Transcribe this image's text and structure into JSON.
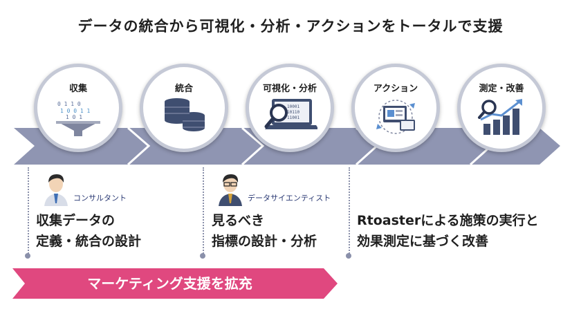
{
  "title": "データの統合から可視化・分析・アクションをトータルで支援",
  "steps": [
    {
      "label": "収集",
      "icon": "funnel-data-icon"
    },
    {
      "label": "統合",
      "icon": "database-icon"
    },
    {
      "label": "可視化・分析",
      "icon": "magnifier-laptop-icon"
    },
    {
      "label": "アクション",
      "icon": "action-screens-icon"
    },
    {
      "label": "測定・改善",
      "icon": "growth-chart-icon"
    }
  ],
  "roles": [
    {
      "label": "コンサルタント",
      "desc_line1": "収集データの",
      "desc_line2": "定義・統合の設計"
    },
    {
      "label": "データサイエンティスト",
      "desc_line1": "見るべき",
      "desc_line2": "指標の設計・分析"
    }
  ],
  "rtoaster": {
    "line1": "Rtoasterによる施策の実行と",
    "line2": "効果測定に基づく改善"
  },
  "banner": "マーケティング支援を拡充",
  "colors": {
    "chevron": "#8f95b2",
    "ring": "#c5c9d6",
    "banner": "#e0487f",
    "accent": "#2b3a74"
  }
}
